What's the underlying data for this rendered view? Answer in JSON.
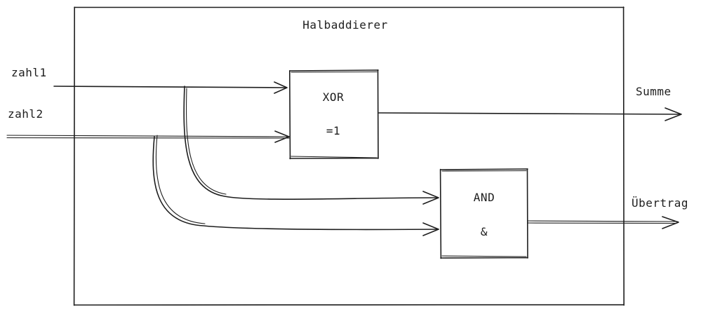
{
  "diagram": {
    "title": "Halbaddierer",
    "inputs": {
      "a": "zahl1",
      "b": "zahl2"
    },
    "gates": {
      "xor": {
        "name": "XOR",
        "symbol": "=1"
      },
      "and": {
        "name": "AND",
        "symbol": "&"
      }
    },
    "outputs": {
      "sum": "Summe",
      "carry": "Übertrag"
    },
    "colors": {
      "stroke": "#1e1e1e",
      "background": "#ffffff"
    }
  }
}
